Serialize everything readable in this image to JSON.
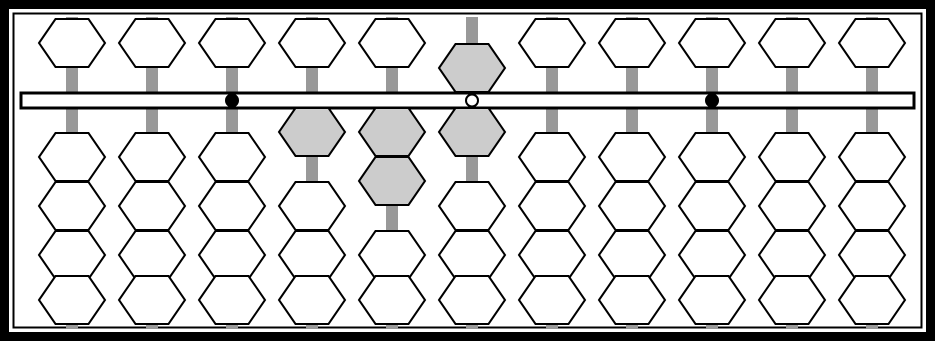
{
  "abacus": {
    "rod_count": 11,
    "earth_beads_per_rod": 4,
    "heaven_beads_per_rod": 1,
    "rods": [
      {
        "heaven_active": false,
        "earth_active": 0
      },
      {
        "heaven_active": false,
        "earth_active": 0
      },
      {
        "heaven_active": false,
        "earth_active": 0
      },
      {
        "heaven_active": false,
        "earth_active": 1
      },
      {
        "heaven_active": false,
        "earth_active": 2
      },
      {
        "heaven_active": true,
        "earth_active": 1
      },
      {
        "heaven_active": false,
        "earth_active": 0
      },
      {
        "heaven_active": false,
        "earth_active": 0
      },
      {
        "heaven_active": false,
        "earth_active": 0
      },
      {
        "heaven_active": false,
        "earth_active": 0
      },
      {
        "heaven_active": false,
        "earth_active": 0
      }
    ],
    "unit_markers": [
      {
        "rod_index": 2,
        "style": "filled"
      },
      {
        "rod_index": 5,
        "style": "open"
      },
      {
        "rod_index": 8,
        "style": "filled"
      }
    ],
    "colors": {
      "frame": "#000000",
      "background": "#ffffff",
      "rod": "#999999",
      "bead_inactive": "#ffffff",
      "bead_active": "#cccccc",
      "bead_stroke": "#000000"
    }
  }
}
